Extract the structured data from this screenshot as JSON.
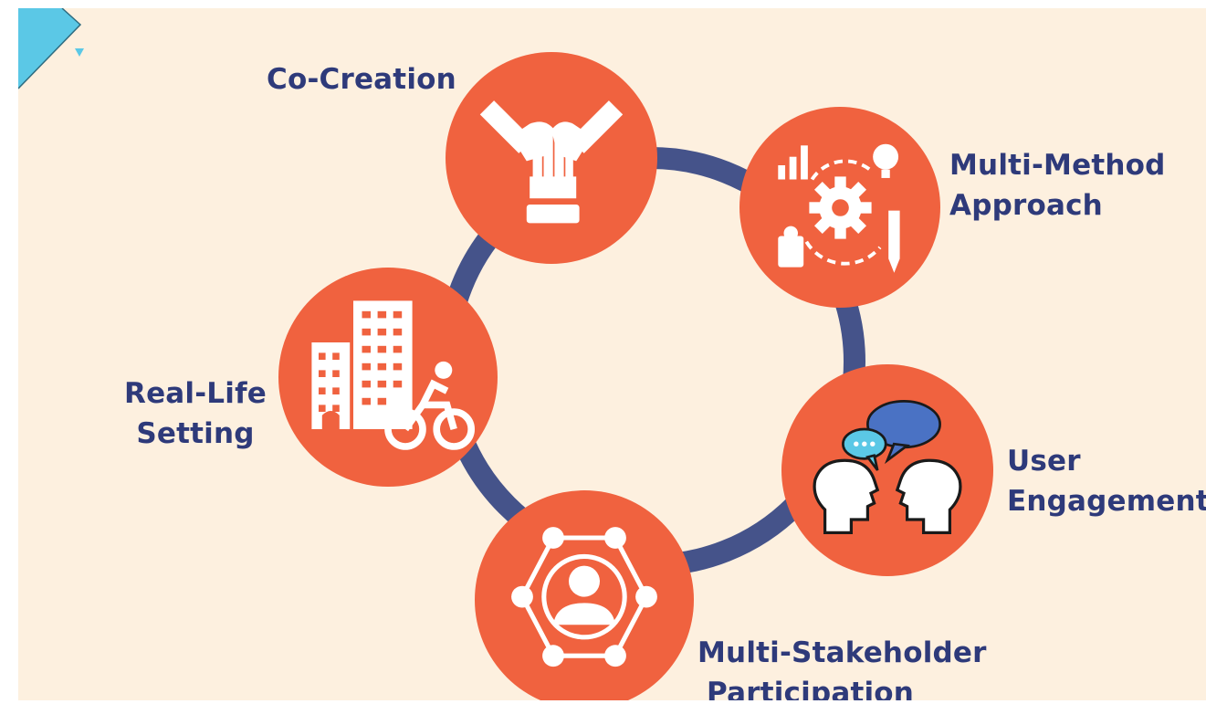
{
  "colors": {
    "background": "#fdf0df",
    "ring": "#45538a",
    "node": "#f0623f",
    "text": "#2e3a7a",
    "accent": "#5bc8e6"
  },
  "nodes": [
    {
      "id": "co-creation",
      "lines": [
        "Co-Creation"
      ],
      "icon": "handshake-icon"
    },
    {
      "id": "multi-method",
      "lines": [
        "Multi-Method",
        "Approach"
      ],
      "icon": "gear-tools-icon"
    },
    {
      "id": "user-engagement",
      "lines": [
        "User",
        "Engagement"
      ],
      "icon": "conversation-heads-icon"
    },
    {
      "id": "multi-stakeholder",
      "lines": [
        "Multi-Stakeholder",
        "Participation"
      ],
      "icon": "network-user-icon"
    },
    {
      "id": "real-life",
      "lines": [
        "Real-Life",
        "Setting"
      ],
      "icon": "city-bicycle-icon"
    }
  ]
}
